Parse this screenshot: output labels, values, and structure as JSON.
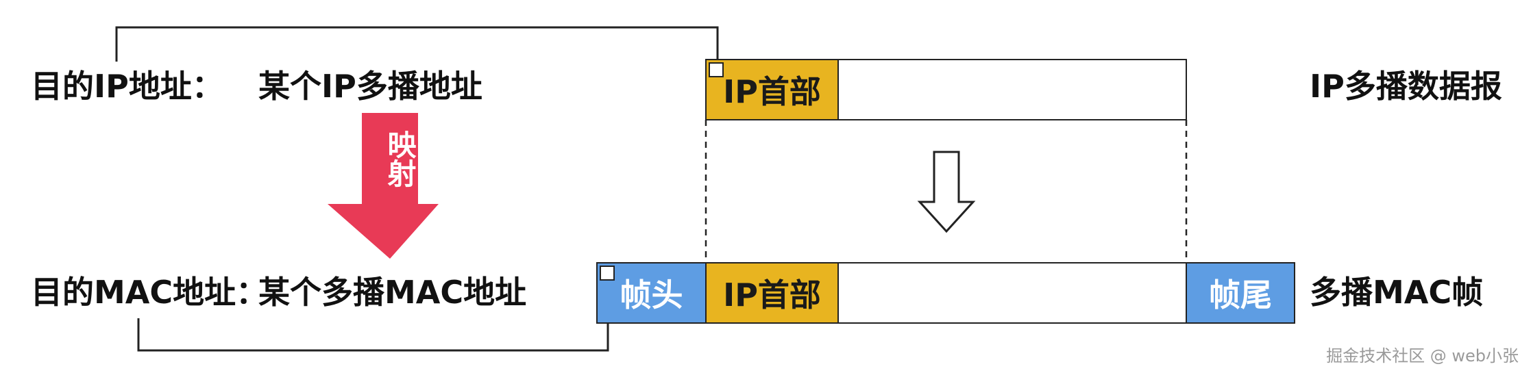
{
  "labels": {
    "dest_ip": "目的IP地址：",
    "ip_value": "某个IP多播地址",
    "mapping": "映射",
    "dest_mac": "目的MAC地址：",
    "mac_value": "某个多播MAC地址",
    "ip_datagram": "IP多播数据报",
    "mac_frame": "多播MAC帧"
  },
  "packet": {
    "ip_header": "IP首部",
    "frame_header": "帧头",
    "frame_trailer": "帧尾"
  },
  "watermark": "掘金技术社区 @ web小张",
  "colors": {
    "ip_header": "#e8b420",
    "frame": "#5e9de3",
    "mapping_arrow": "#e83a56"
  }
}
